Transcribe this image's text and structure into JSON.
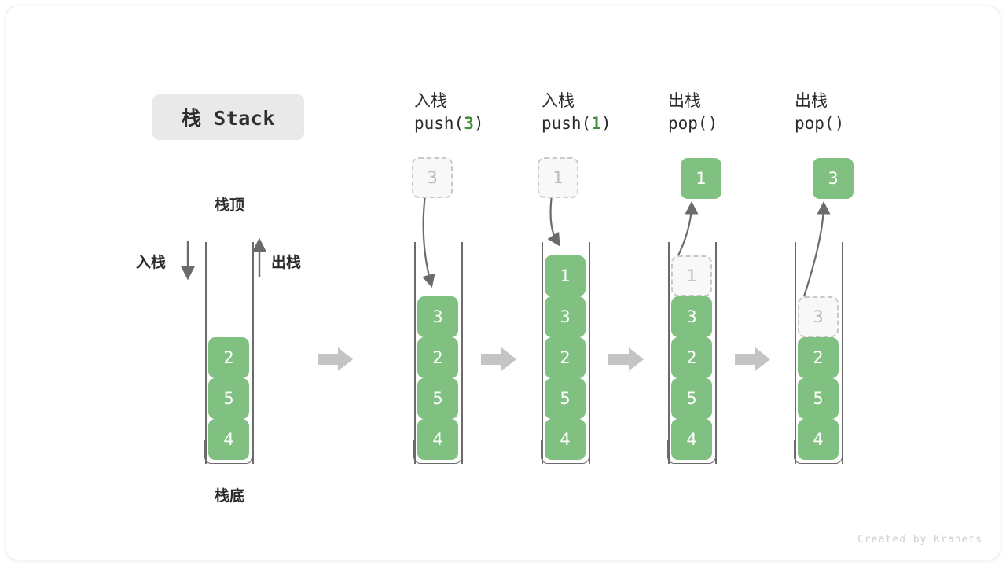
{
  "title": "栈 Stack",
  "labels": {
    "top": "栈顶",
    "bottom": "栈底",
    "push": "入栈",
    "pop": "出栈"
  },
  "footer": "Created by Krahets",
  "colors": {
    "element": "#80c080",
    "ghost_border": "#c9c9c9",
    "ghost_fill": "#f8f8f8",
    "ghost_text": "#b8b8b8",
    "container": "#6b6b6b",
    "arrow": "#6b6b6b",
    "flow_arrow": "#c4c4c4",
    "title_bg": "#e9e9e9",
    "accent_arg": "#3f8f3f",
    "text": "#2b2b2b",
    "footer_text": "#cfcfcf"
  },
  "columns": [
    {
      "id": "initial",
      "head_line1": "",
      "head_line2": "",
      "stack": [
        "2",
        "5",
        "4"
      ],
      "ghost_index": -1,
      "floater": null
    },
    {
      "id": "push-3",
      "head_line1": "入栈",
      "head_line2_prefix": "push(",
      "head_line2_arg": "3",
      "head_line2_suffix": ")",
      "stack": [
        "3",
        "2",
        "5",
        "4"
      ],
      "ghost_index": -1,
      "floater": {
        "value": "3",
        "style": "ghost",
        "direction": "in"
      }
    },
    {
      "id": "push-1",
      "head_line1": "入栈",
      "head_line2_prefix": "push(",
      "head_line2_arg": "1",
      "head_line2_suffix": ")",
      "stack": [
        "1",
        "3",
        "2",
        "5",
        "4"
      ],
      "ghost_index": -1,
      "floater": {
        "value": "1",
        "style": "ghost",
        "direction": "in"
      }
    },
    {
      "id": "pop-1",
      "head_line1": "出栈",
      "head_line2_prefix": "pop(",
      "head_line2_arg": "",
      "head_line2_suffix": ")",
      "stack": [
        "1",
        "3",
        "2",
        "5",
        "4"
      ],
      "ghost_index": 0,
      "floater": {
        "value": "1",
        "style": "solid",
        "direction": "out"
      }
    },
    {
      "id": "pop-3",
      "head_line1": "出栈",
      "head_line2_prefix": "pop(",
      "head_line2_arg": "",
      "head_line2_suffix": ")",
      "stack": [
        "3",
        "2",
        "5",
        "4"
      ],
      "ghost_index": 0,
      "floater": {
        "value": "3",
        "style": "solid",
        "direction": "out"
      }
    }
  ],
  "headers": {
    "c1_line1": "入栈",
    "c1_line2_prefix": "push(",
    "c1_line2_arg": "3",
    "c1_line2_suffix": ")",
    "c2_line1": "入栈",
    "c2_line2_prefix": "push(",
    "c2_line2_arg": "1",
    "c2_line2_suffix": ")",
    "c3_line1": "出栈",
    "c3_line2": "pop()",
    "c4_line1": "出栈",
    "c4_line2": "pop()"
  },
  "cells": {
    "s0": [
      "2",
      "5",
      "4"
    ],
    "s1": [
      "3",
      "2",
      "5",
      "4"
    ],
    "s2": [
      "1",
      "3",
      "2",
      "5",
      "4"
    ],
    "s3": [
      "1",
      "3",
      "2",
      "5",
      "4"
    ],
    "s4": [
      "3",
      "2",
      "5",
      "4"
    ],
    "ghost1": "3",
    "ghost2": "1",
    "res3": "1",
    "res4": "3"
  }
}
